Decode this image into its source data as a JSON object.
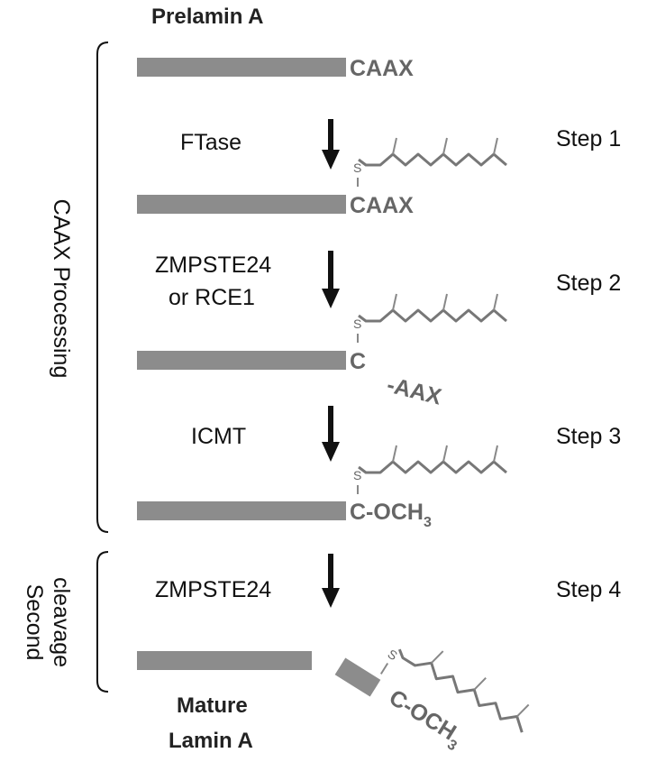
{
  "diagram": {
    "title_top": "Prelamin A",
    "title_bottom_line1": "Mature",
    "title_bottom_line2": "Lamin A",
    "side_label_processing": "CAAX Processing",
    "side_label_cleavage_line1": "Second",
    "side_label_cleavage_line2": "cleavage",
    "sulfur": "S",
    "rows": [
      {
        "motif": "CAAX"
      },
      {
        "motif": "CAAX"
      },
      {
        "motif_c": "C",
        "motif_leaving": "-AAX"
      },
      {
        "motif_c": "C-OCH",
        "motif_sub": "3"
      },
      {
        "motif_c": "C-OCH",
        "motif_sub": "3"
      }
    ],
    "steps": [
      {
        "enzyme_line1": "FTase",
        "enzyme_line2": "",
        "step": "Step 1"
      },
      {
        "enzyme_line1": "ZMPSTE24",
        "enzyme_line2": "or RCE1",
        "step": "Step 2"
      },
      {
        "enzyme_line1": "ICMT",
        "enzyme_line2": "",
        "step": "Step 3"
      },
      {
        "enzyme_line1": "ZMPSTE24",
        "enzyme_line2": "",
        "step": "Step 4"
      }
    ]
  }
}
